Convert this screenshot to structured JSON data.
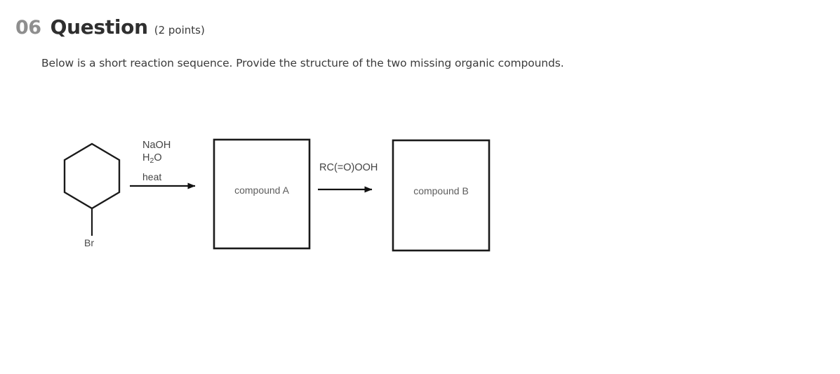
{
  "header": {
    "number": "06",
    "title": "Question",
    "points": "(2 points)"
  },
  "prompt": "Below is a short reaction sequence. Provide the structure of the two missing organic compounds.",
  "scheme": {
    "starting_material": {
      "structure": "cyclohexane-ring",
      "substituent_label": "Br"
    },
    "step1": {
      "reagent_line1": "NaOH",
      "reagent_line2_main": "H",
      "reagent_line2_sub": "2",
      "reagent_line2_tail": "O",
      "reagent_line3": "heat",
      "arrow": "reaction-arrow-right"
    },
    "product_a": {
      "label": "compound A"
    },
    "step2": {
      "reagent_label": "RC(=O)OOH",
      "arrow": "reaction-arrow-right"
    },
    "product_b": {
      "label": "compound B"
    }
  },
  "colors": {
    "page_background": "#ffffff",
    "number_gray": "#8e8e8e",
    "title_dark": "#2f2f2f",
    "body_text": "#3b3b3b",
    "scheme_stroke": "#1a1a1a",
    "scheme_label_gray": "#5d5d5d"
  }
}
